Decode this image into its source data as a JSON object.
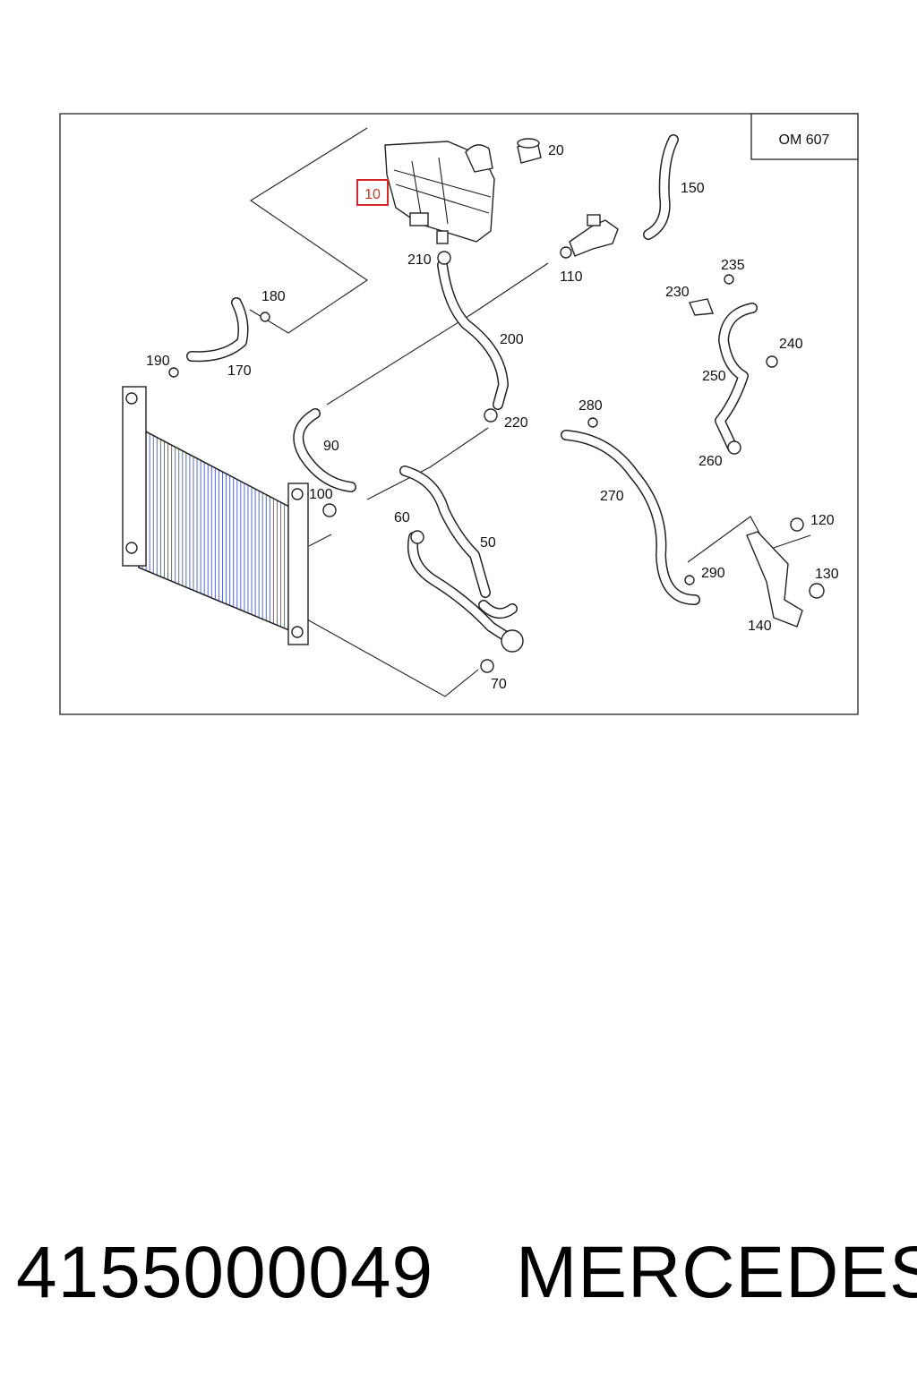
{
  "diagram": {
    "engine_code": "OM 607",
    "highlighted_callout": "10",
    "callouts": {
      "c10": "10",
      "c20": "20",
      "c50": "50",
      "c60": "60",
      "c70": "70",
      "c90": "90",
      "c100": "100",
      "c110": "110",
      "c120": "120",
      "c130": "130",
      "c140": "140",
      "c150": "150",
      "c170": "170",
      "c180": "180",
      "c190": "190",
      "c200": "200",
      "c210": "210",
      "c220": "220",
      "c230": "230",
      "c235": "235",
      "c240": "240",
      "c250": "250",
      "c260": "260",
      "c270": "270",
      "c280": "280",
      "c290": "290"
    }
  },
  "footer": {
    "part_number": "4155000049",
    "brand": "MERCEDES"
  }
}
